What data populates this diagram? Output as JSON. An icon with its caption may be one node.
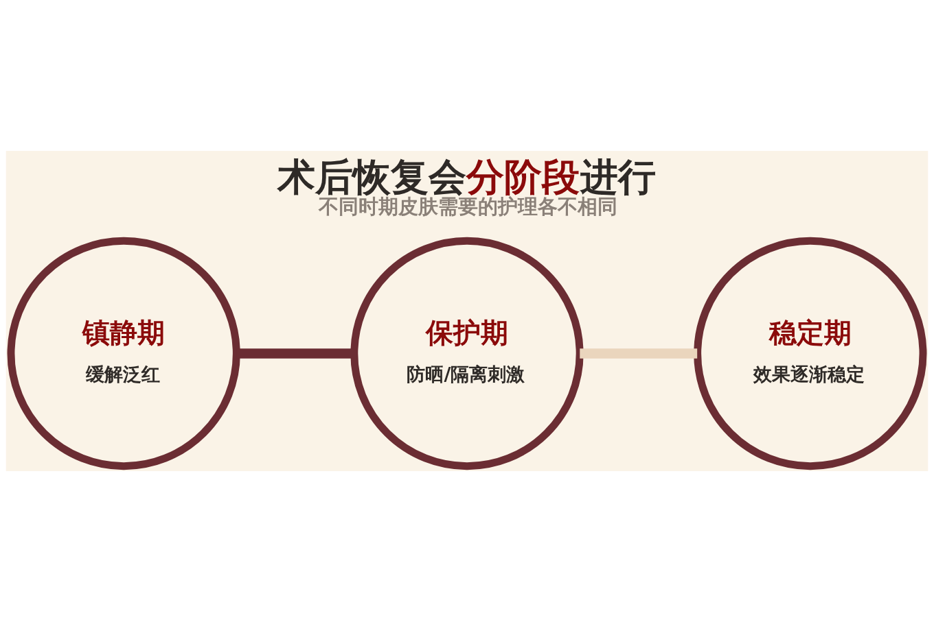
{
  "diagram": {
    "title": "术后恢复会**分阶段**进行",
    "caption": "不同时期皮肤需要的护理各不相同",
    "nodes": [
      {
        "text": [
          "镇静期",
          "缓解泛红"
        ]
      },
      {
        "text": [
          "保护期",
          "防晒/隔离刺激"
        ]
      },
      {
        "text": [
          "稳定期",
          "效果逐渐稳定"
        ]
      }
    ],
    "edges": [
      {
        "from": 0,
        "to": 1,
        "arrow": "none"
      },
      {
        "from": 1,
        "to": 2,
        "arrow": "none",
        "color": "#ead5bd"
      }
    ]
  }
}
